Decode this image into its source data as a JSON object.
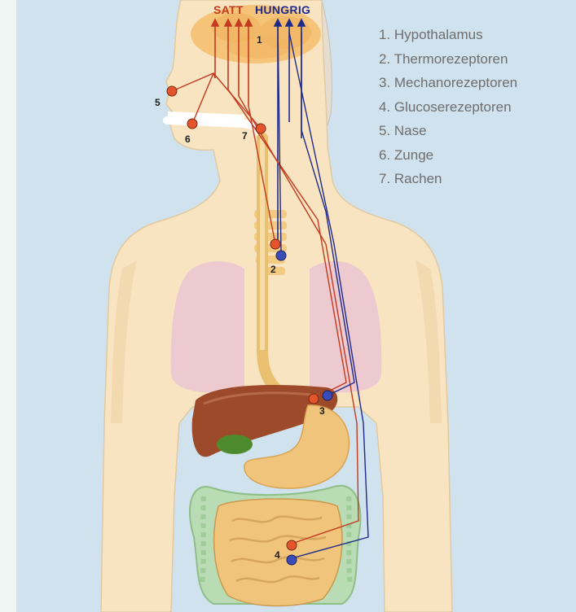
{
  "header": {
    "satt": "SATT",
    "hungrig": "HUNGRIG"
  },
  "legend": [
    "1. Hypothalamus",
    "2. Thermorezeptoren",
    "3. Mechanorezeptoren",
    "4. Glucoserezeptoren",
    "5. Nase",
    "6. Zunge",
    "7. Rachen"
  ],
  "markers": [
    "1",
    "2",
    "3",
    "4",
    "5",
    "6",
    "7"
  ],
  "colors": {
    "satt": "#c33a1f",
    "hungrig": "#1f2a8a",
    "skin": "#f8e4c0",
    "background": "#cfe2ee"
  }
}
